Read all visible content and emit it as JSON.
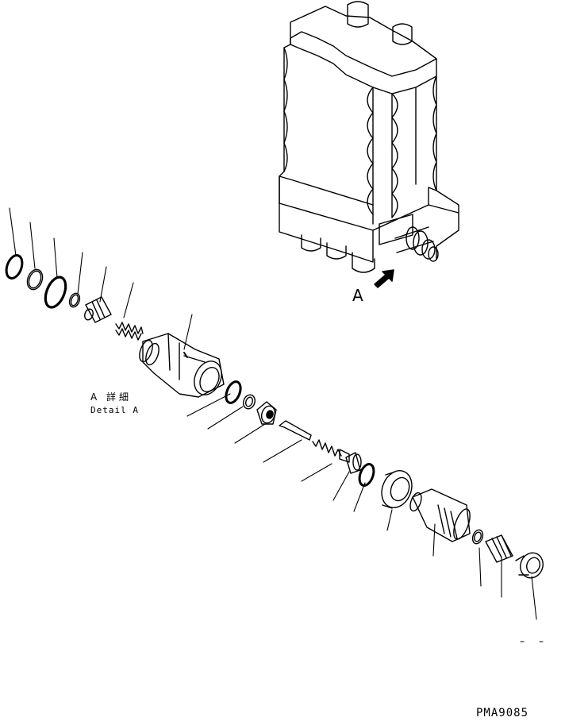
{
  "view_label": "A",
  "detail": {
    "title_jp": "A 詳細",
    "title_en": "Detail A"
  },
  "drawing_code": "PMA9085",
  "icons": {
    "view_arrow": "arrow-icon",
    "assembly": "valve-assembly-icon"
  }
}
